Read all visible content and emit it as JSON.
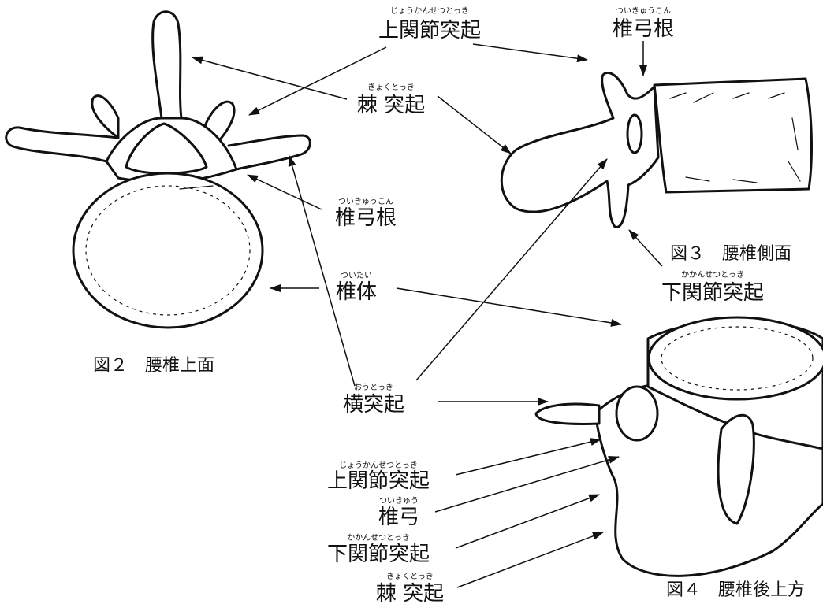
{
  "labels": {
    "superior_articular_top": {
      "text": "上関節突起",
      "ruby": "じょうかんせつとっき"
    },
    "pedicle_top": {
      "text": "椎弓根",
      "ruby": "ついきゅうこん"
    },
    "spinous_top": {
      "text": "棘 突起",
      "ruby": "きょくとっき"
    },
    "pedicle_mid": {
      "text": "椎弓根",
      "ruby": "ついきゅうこん"
    },
    "body": {
      "text": "椎体",
      "ruby": "ついたい"
    },
    "inferior_articular_mid": {
      "text": "下関節突起",
      "ruby": "かかんせつとっき"
    },
    "transverse": {
      "text": "横突起",
      "ruby": "おうとっき"
    },
    "superior_articular_bottom": {
      "text": "上関節突起",
      "ruby": "じょうかんせつとっき"
    },
    "arch_bottom": {
      "text": "椎弓",
      "ruby": "ついきゅう"
    },
    "inferior_articular_bottom": {
      "text": "下関節突起",
      "ruby": "かかんせつとっき"
    },
    "spinous_bottom": {
      "text": "棘 突起",
      "ruby": "きょくとっき"
    }
  },
  "captions": {
    "fig2": "図２　腰椎上面",
    "fig3": "図３　腰椎側面",
    "fig4": "図４　腰椎後上方"
  }
}
